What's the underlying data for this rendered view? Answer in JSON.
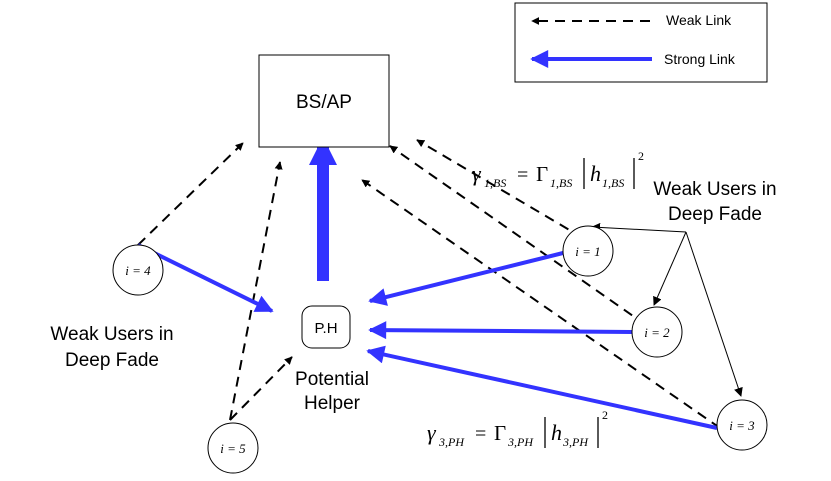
{
  "legend": {
    "weak_label": "Weak Link",
    "strong_label": "Strong Link"
  },
  "nodes": {
    "bs": "BS/AP",
    "helper": "P.H",
    "helper_caption_line1": "Potential",
    "helper_caption_line2": "Helper",
    "user1": "i = 1",
    "user2": "i = 2",
    "user3": "i = 3",
    "user4": "i = 4",
    "user5": "i = 5"
  },
  "annotations": {
    "right_group_line1": "Weak Users in",
    "right_group_line2": "Deep Fade",
    "left_group_line1": "Weak Users in",
    "left_group_line2": "Deep Fade"
  },
  "equations": {
    "bs": {
      "lhs_symbol": "γ",
      "lhs_sub": "1,BS",
      "eq": "=",
      "gain_symbol": "Γ",
      "gain_sub": "1,BS",
      "h_symbol": "h",
      "h_sub": "1,BS",
      "power": "2"
    },
    "ph": {
      "lhs_symbol": "γ",
      "lhs_sub": "3,PH",
      "eq": "=",
      "gain_symbol": "Γ",
      "gain_sub": "3,PH",
      "h_symbol": "h",
      "h_sub": "3,PH",
      "power": "2"
    }
  },
  "colors": {
    "strong": "#3333ff",
    "weak": "#000000"
  }
}
